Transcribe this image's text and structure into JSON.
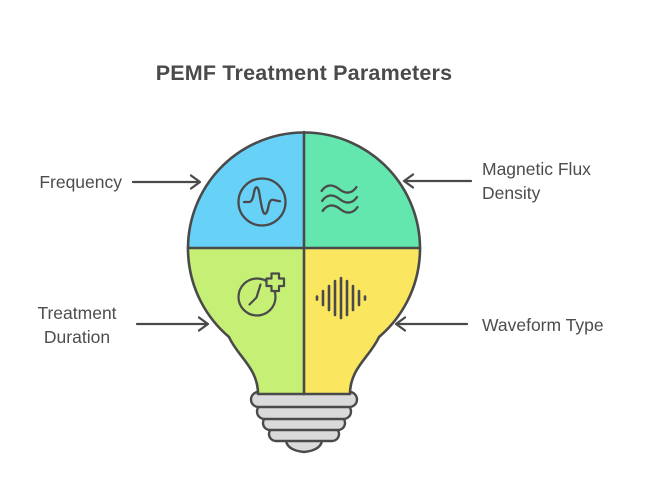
{
  "title": "PEMF Treatment Parameters",
  "labels": {
    "frequency": "Frequency",
    "magnetic_flux": {
      "line1": "Magnetic Flux",
      "line2": "Density"
    },
    "treatment": {
      "line1": "Treatment",
      "line2": "Duration"
    },
    "waveform": "Waveform Type"
  },
  "diagram": {
    "type": "lightbulb-quadrant-infographic",
    "quadrants": [
      {
        "position": "top-left",
        "parameter": "Frequency",
        "icon": "pulse-wave-circle-icon",
        "color": "#67D1F8"
      },
      {
        "position": "top-right",
        "parameter": "Magnetic Flux Density",
        "icon": "magnetic-waves-icon",
        "color": "#63E7AE"
      },
      {
        "position": "bottom-left",
        "parameter": "Treatment Duration",
        "icon": "clock-plus-icon",
        "color": "#C6EF75"
      },
      {
        "position": "bottom-right",
        "parameter": "Waveform Type",
        "icon": "audio-waveform-bars-icon",
        "color": "#FAE65F"
      }
    ],
    "outline_color": "#4A4A4A",
    "base_color": "#DADADA",
    "text_color": "#4D4D4D",
    "background_color": "#FFFFFF"
  }
}
